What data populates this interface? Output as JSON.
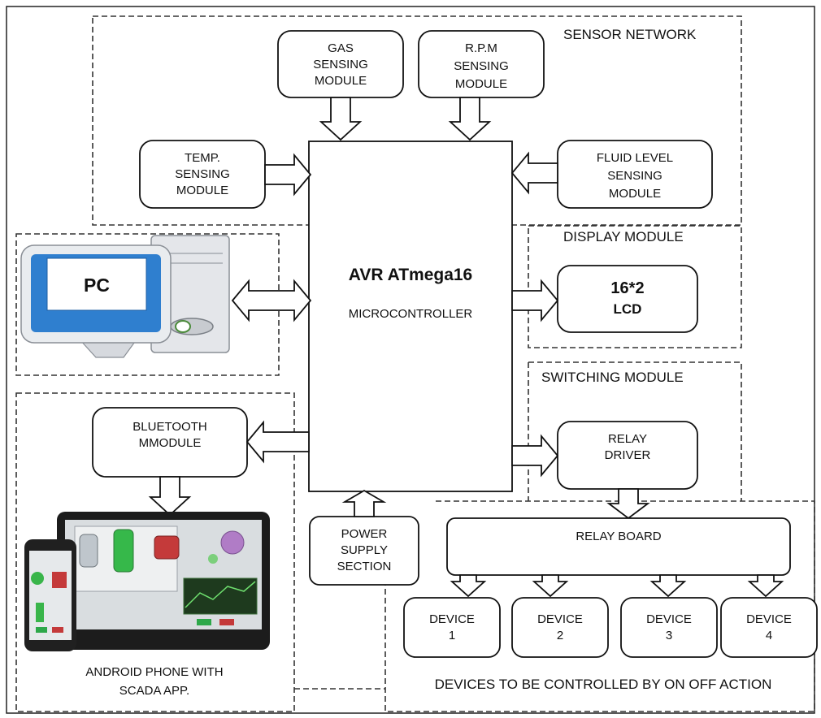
{
  "groups": {
    "sensor_network": "SENSOR NETWORK",
    "display_module": "DISPLAY MODULE",
    "switching_module": "SWITCHING MODULE",
    "devices_caption": "DEVICES TO BE CONTROLLED BY ON OFF ACTION",
    "android_caption": [
      "ANDROID PHONE WITH",
      "SCADA APP."
    ]
  },
  "blocks": {
    "gas": [
      "GAS",
      "SENSING",
      "MODULE"
    ],
    "rpm": [
      "R.P.M",
      "SENSING",
      "MODULE"
    ],
    "temp": [
      "TEMP.",
      "SENSING",
      "MODULE"
    ],
    "fluid": [
      "FLUID LEVEL",
      "SENSING",
      "MODULE"
    ],
    "mcu_title": "AVR ATmega16",
    "mcu_sub": "MICROCONTROLLER",
    "lcd": [
      "16*2",
      "LCD"
    ],
    "pc": "PC",
    "bluetooth": [
      "BLUETOOTH",
      "MMODULE"
    ],
    "relay_driver": [
      "RELAY",
      "DRIVER"
    ],
    "relay_board": "RELAY BOARD",
    "power": [
      "POWER",
      "SUPPLY",
      "SECTION"
    ],
    "devices": [
      [
        "DEVICE",
        "1"
      ],
      [
        "DEVICE",
        "2"
      ],
      [
        "DEVICE",
        "3"
      ],
      [
        "DEVICE",
        "4"
      ]
    ]
  }
}
